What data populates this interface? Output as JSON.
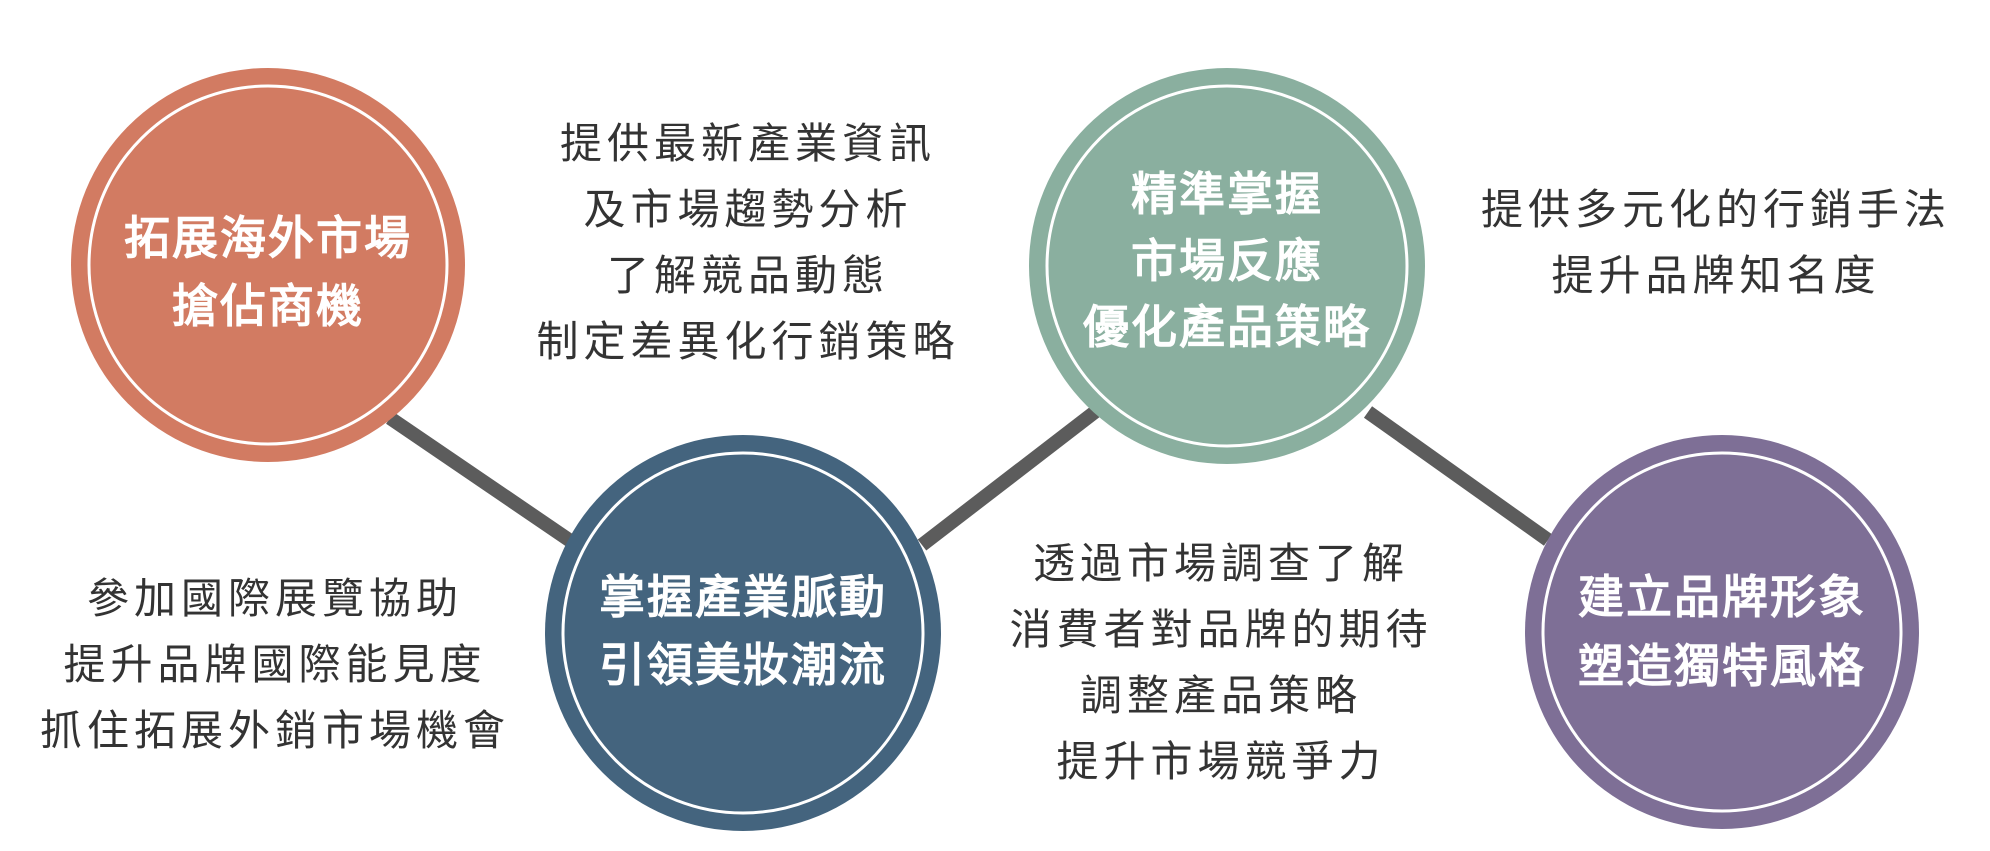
{
  "nodes": [
    {
      "id": "expand-overseas",
      "lines": [
        "拓展海外市場",
        "搶佔商機"
      ],
      "color": "#d27b62",
      "description": [
        "參加國際展覽協助",
        "提升品牌國際能見度",
        "抓住拓展外銷市場機會"
      ]
    },
    {
      "id": "industry-pulse",
      "lines": [
        "掌握產業脈動",
        "引領美妝潮流"
      ],
      "color": "#44647e",
      "description": [
        "提供最新產業資訊",
        "及市場趨勢分析",
        "了解競品動態",
        "制定差異化行銷策略"
      ]
    },
    {
      "id": "market-response",
      "lines": [
        "精準掌握",
        "市場反應",
        "優化產品策略"
      ],
      "color": "#8aaf9f",
      "description": [
        "透過市場調查了解",
        "消費者對品牌的期待",
        "調整產品策略",
        "提升市場競爭力"
      ]
    },
    {
      "id": "brand-image",
      "lines": [
        "建立品牌形象",
        "塑造獨特風格"
      ],
      "color": "#7e6f96",
      "description": [
        "提供多元化的行銷手法",
        "提升品牌知名度"
      ]
    }
  ],
  "connector_color": "#5c5c5c"
}
